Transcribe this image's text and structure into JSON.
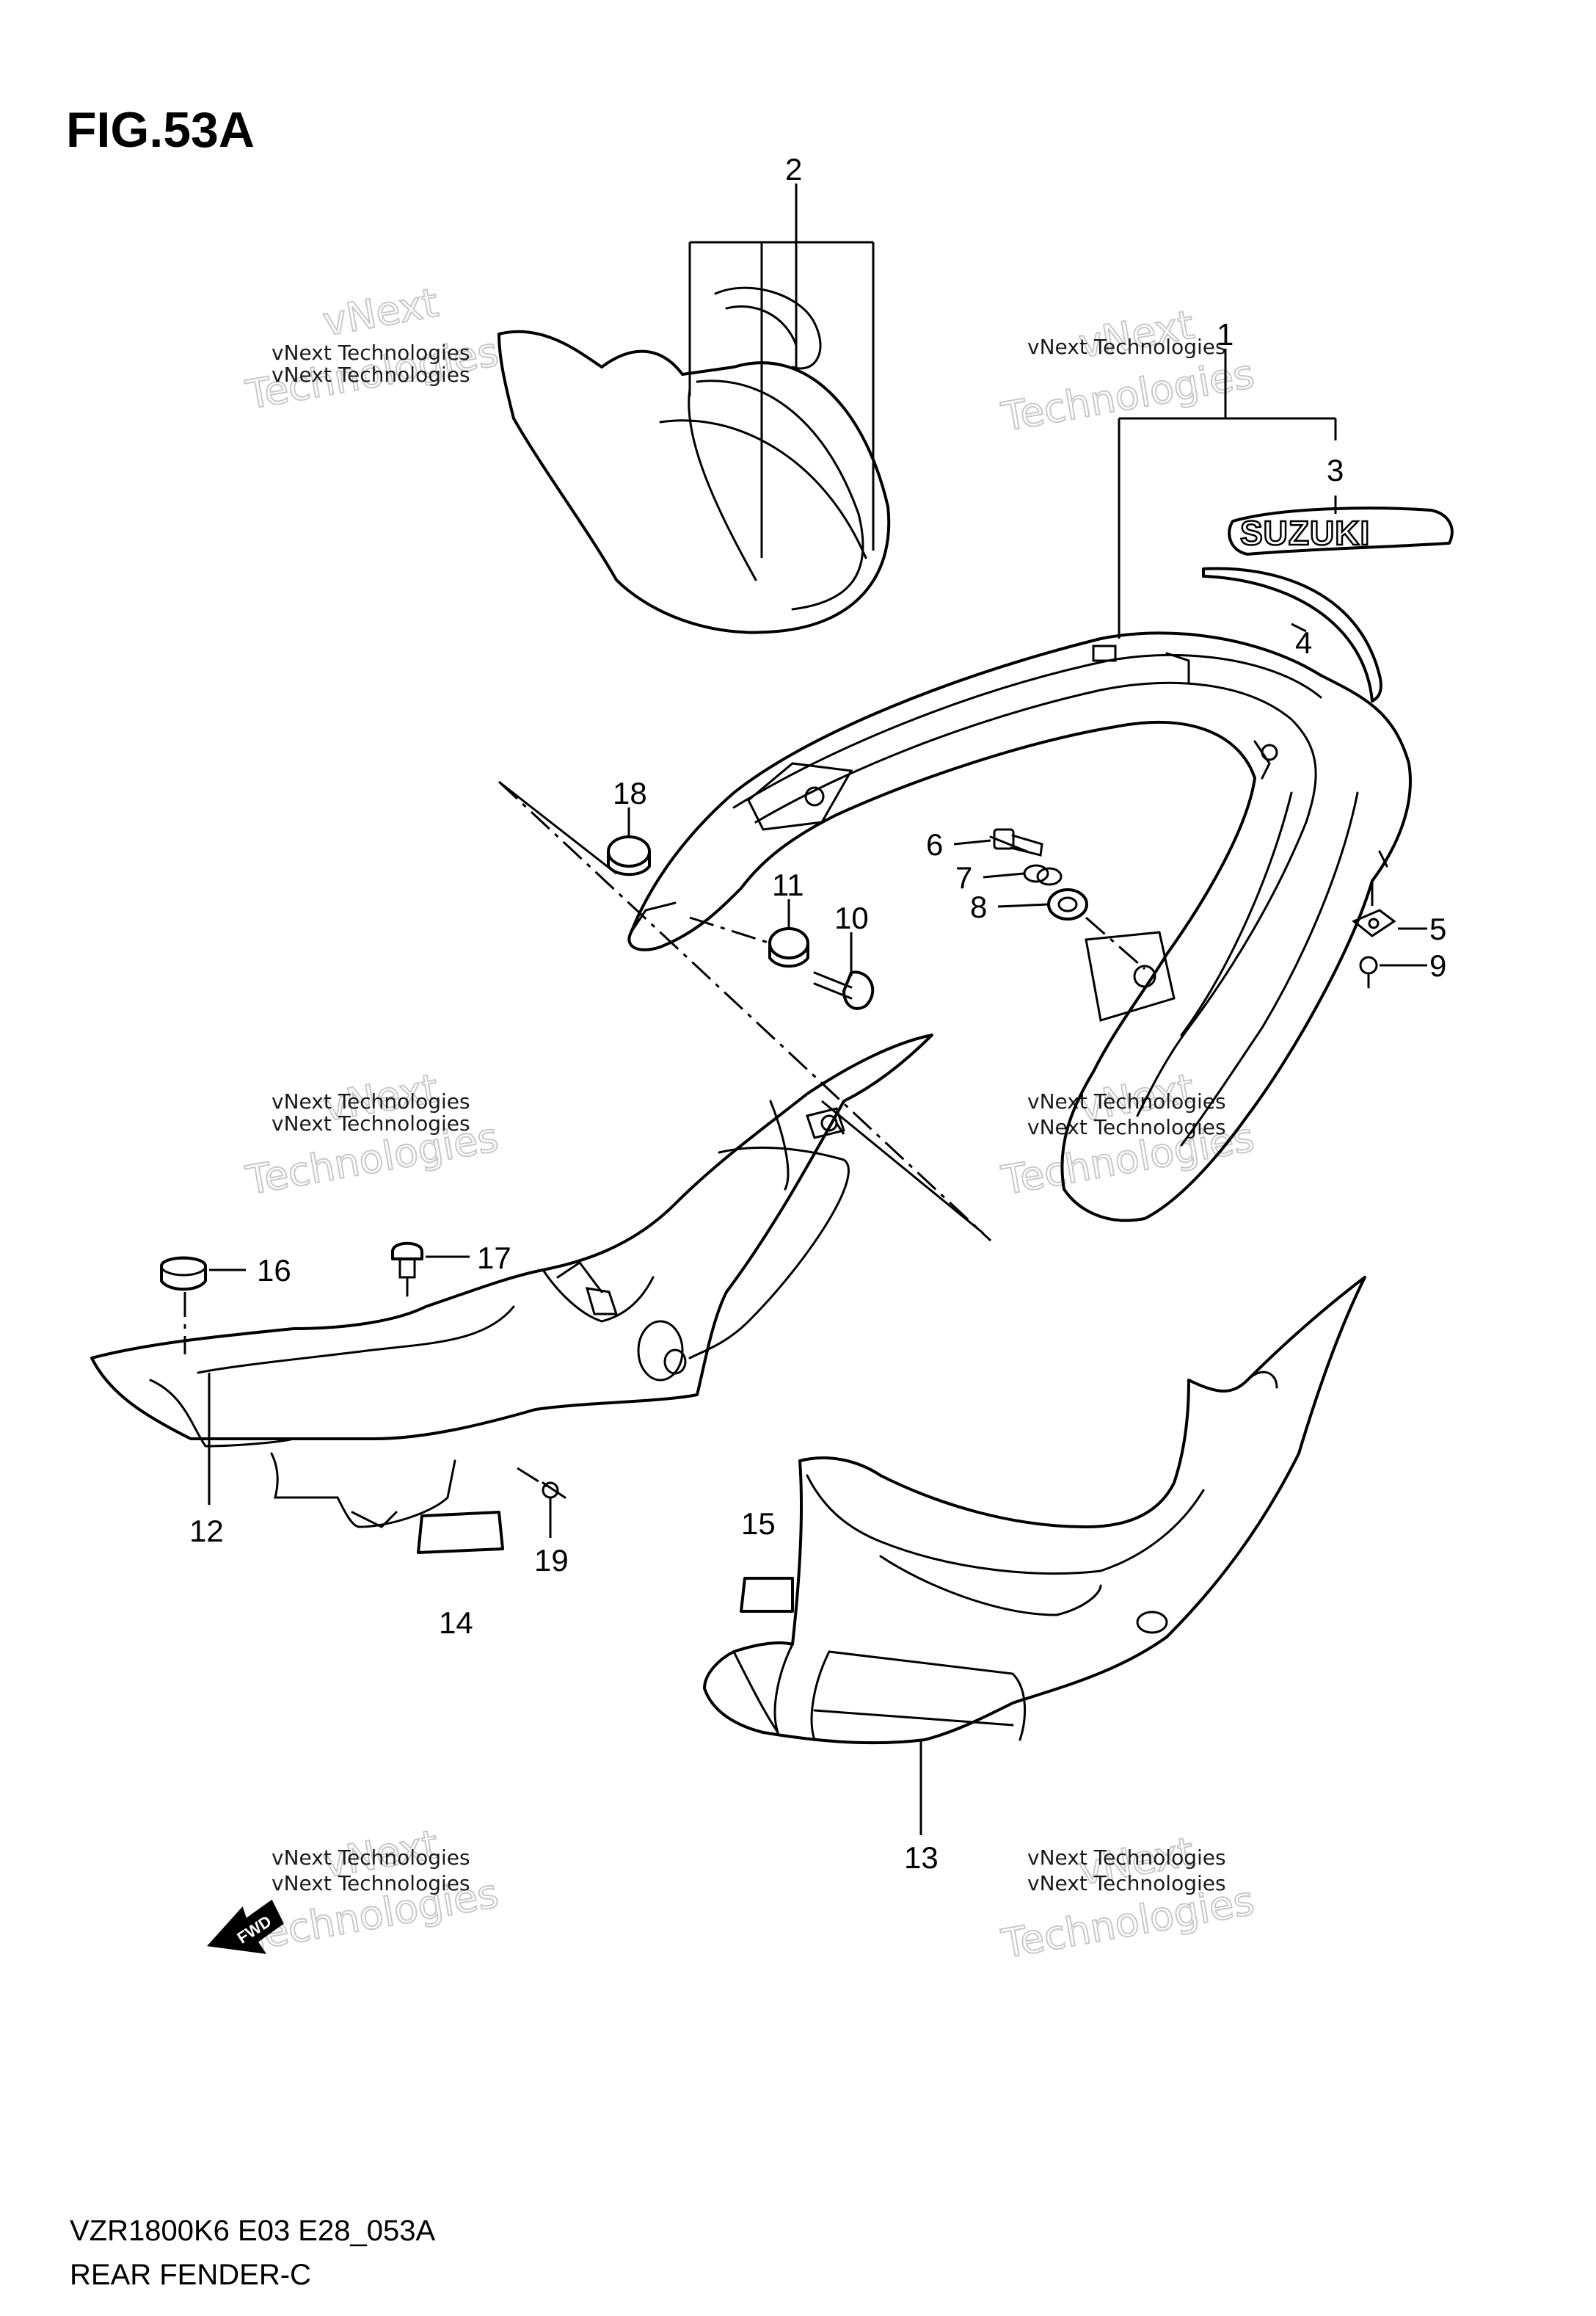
{
  "figure": {
    "title": "FIG.53A",
    "model_code": "VZR1800K6 E03 E28_053A",
    "caption": "REAR FENDER-C"
  },
  "emblem_text": "SUZUKI",
  "direction_arrow": {
    "label": "FWD",
    "icon": "fwd-arrow-icon"
  },
  "callouts": [
    "1",
    "2",
    "3",
    "4",
    "5",
    "6",
    "7",
    "8",
    "9",
    "10",
    "11",
    "12",
    "13",
    "14",
    "15",
    "16",
    "17",
    "18",
    "19"
  ],
  "watermark": {
    "line": "vNext Technologies",
    "large_word": "Technologies",
    "small_word": "vNext"
  }
}
